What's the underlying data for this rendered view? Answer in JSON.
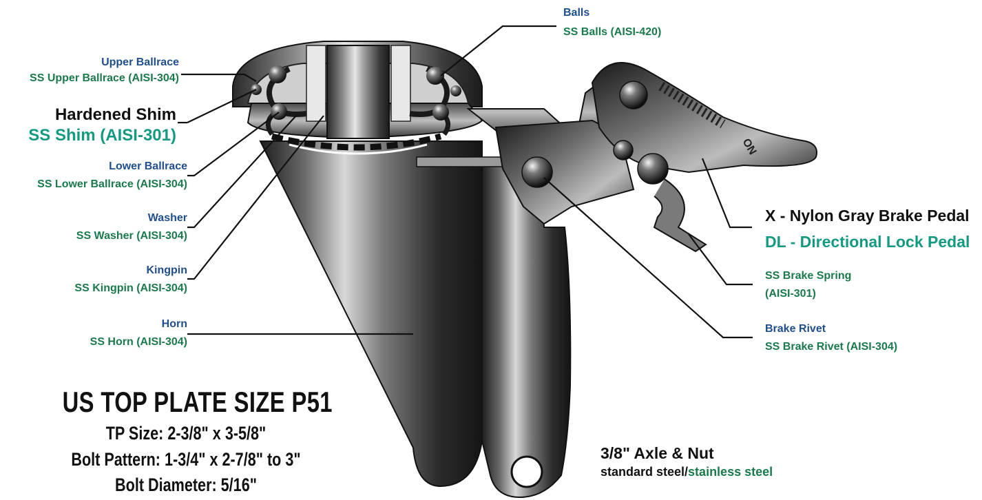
{
  "labels": {
    "upper_ballrace": {
      "title": "Upper Ballrace",
      "material": "SS Upper Ballrace (AISI-304)"
    },
    "hardened_shim": {
      "title": "Hardened Shim",
      "material": "SS Shim (AISI-301)"
    },
    "lower_ballrace": {
      "title": "Lower Ballrace",
      "material": "SS Lower Ballrace (AISI-304)"
    },
    "washer": {
      "title": "Washer",
      "material": "SS Washer (AISI-304)"
    },
    "kingpin": {
      "title": "Kingpin",
      "material": "SS Kingpin (AISI-304)"
    },
    "horn": {
      "title": "Horn",
      "material": "SS Horn (AISI-304)"
    },
    "balls": {
      "title": "Balls",
      "material": "SS Balls (AISI-420)"
    },
    "brake_pedal": {
      "line1": "X - Nylon Gray Brake Pedal",
      "line2": "DL - Directional Lock Pedal"
    },
    "brake_spring": {
      "line1": "SS Brake Spring",
      "line2": "(AISI-301)"
    },
    "brake_rivet": {
      "title": "Brake Rivet",
      "material": "SS Brake Rivet (AISI-304)"
    },
    "axle": {
      "line1": "3/8\" Axle & Nut",
      "line2_a": "standard steel/",
      "line2_b": "stainless steel"
    },
    "pedal_mark": "ON"
  },
  "top_plate": {
    "title": "US TOP PLATE SIZE P51",
    "tp_size": "TP Size: 2-3/8\" x 3-5/8\"",
    "bolt_pattern": "Bolt Pattern: 1-3/4\" x 2-7/8\" to 3\"",
    "bolt_diameter": "Bolt Diameter: 5/16\""
  },
  "colors": {
    "title_blue": "#1f4e8c",
    "material_green": "#1a7a4c",
    "teal": "#159a82",
    "leader": "#111111"
  }
}
